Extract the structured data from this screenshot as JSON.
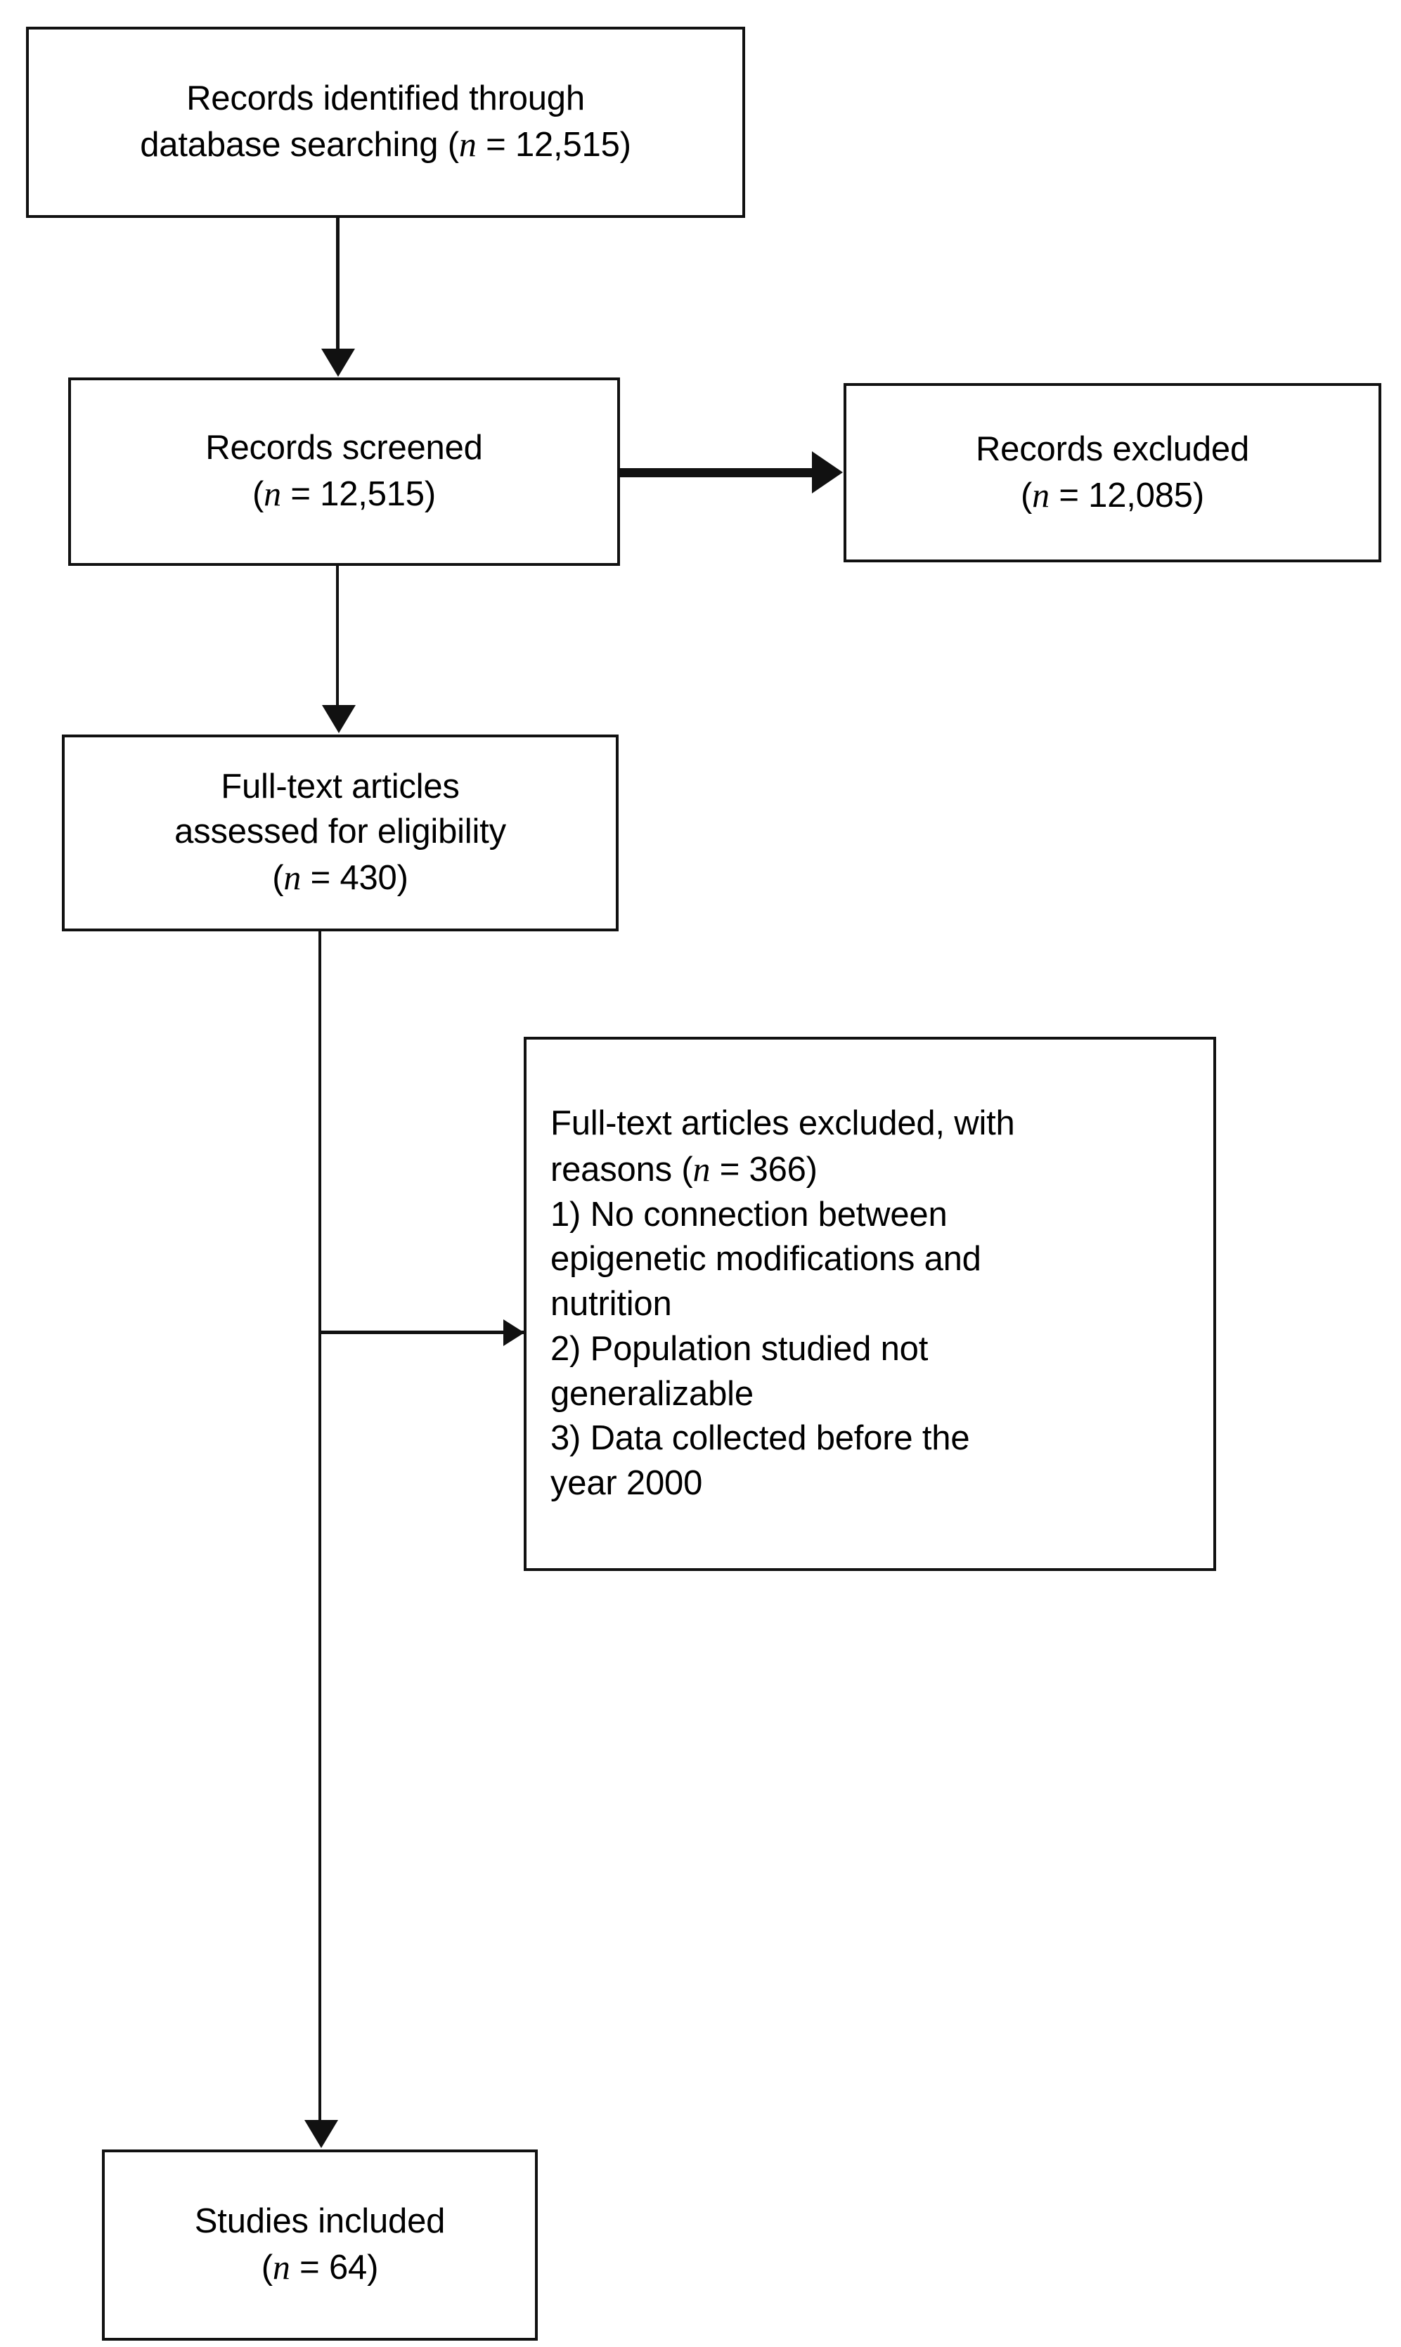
{
  "diagram": {
    "type": "prisma-flow-diagram",
    "title": "",
    "nodes": [
      {
        "id": "records-identified",
        "lines": [
          "Records identified through",
          "database searching (n = 12,515)"
        ],
        "count_label": "n = 12,515",
        "count": 12515
      },
      {
        "id": "records-screened",
        "lines": [
          "Records screened",
          "(n = 12,515)"
        ],
        "count_label": "n = 12,515",
        "count": 12515
      },
      {
        "id": "records-excluded",
        "lines": [
          "Records excluded",
          "(n = 12,085)"
        ],
        "count_label": "n = 12,085",
        "count": 12085
      },
      {
        "id": "fulltext-assessed",
        "lines": [
          "Full-text articles",
          "assessed for eligibility",
          "(n = 430)"
        ],
        "count_label": "n = 430",
        "count": 430
      },
      {
        "id": "fulltext-excluded",
        "lines": [
          "Full-text articles excluded, with",
          "reasons (n = 366)",
          "1) No connection between",
          "epigenetic modifications and",
          "nutrition",
          "2) Population studied not",
          "generalizable",
          "3) Data collected before the",
          "year 2000"
        ],
        "count_label": "n = 366",
        "count": 366,
        "reasons": [
          "1) No connection between epigenetic modifications and nutrition",
          "2) Population studied not generalizable",
          "3) Data collected before the year 2000"
        ]
      },
      {
        "id": "studies-included",
        "lines": [
          "Studies included",
          "(n = 64)"
        ],
        "count_label": "n = 64",
        "count": 64
      }
    ]
  },
  "box1": {
    "line1": "Records identified through",
    "line2_pre": "database searching (",
    "line2_n": "n",
    "line2_post": " = 12,515)"
  },
  "box2": {
    "line1": "Records screened",
    "line2_pre": "(",
    "line2_n": "n",
    "line2_post": " = 12,515)"
  },
  "box3": {
    "line1": "Records excluded",
    "line2_pre": "(",
    "line2_n": "n",
    "line2_post": " = 12,085)"
  },
  "box4": {
    "line1": "Full-text articles",
    "line2": "assessed for eligibility",
    "line3_pre": "(",
    "line3_n": "n",
    "line3_post": " = 430)"
  },
  "box5": {
    "line1": "Full-text articles excluded, with",
    "line2_pre": "reasons (",
    "line2_n": "n",
    "line2_post": " = 366)",
    "line3": "1) No connection between",
    "line4": "epigenetic modifications and",
    "line5": "nutrition",
    "line6": "2) Population studied not",
    "line7": "generalizable",
    "line8": "3) Data collected before the",
    "line9": "year 2000"
  },
  "box6": {
    "line1": "Studies included",
    "line2_pre": "(",
    "line2_n": "n",
    "line2_post": " = 64)"
  },
  "colors": {
    "stroke": "#111111",
    "background": "#ffffff",
    "text": "#000000"
  }
}
